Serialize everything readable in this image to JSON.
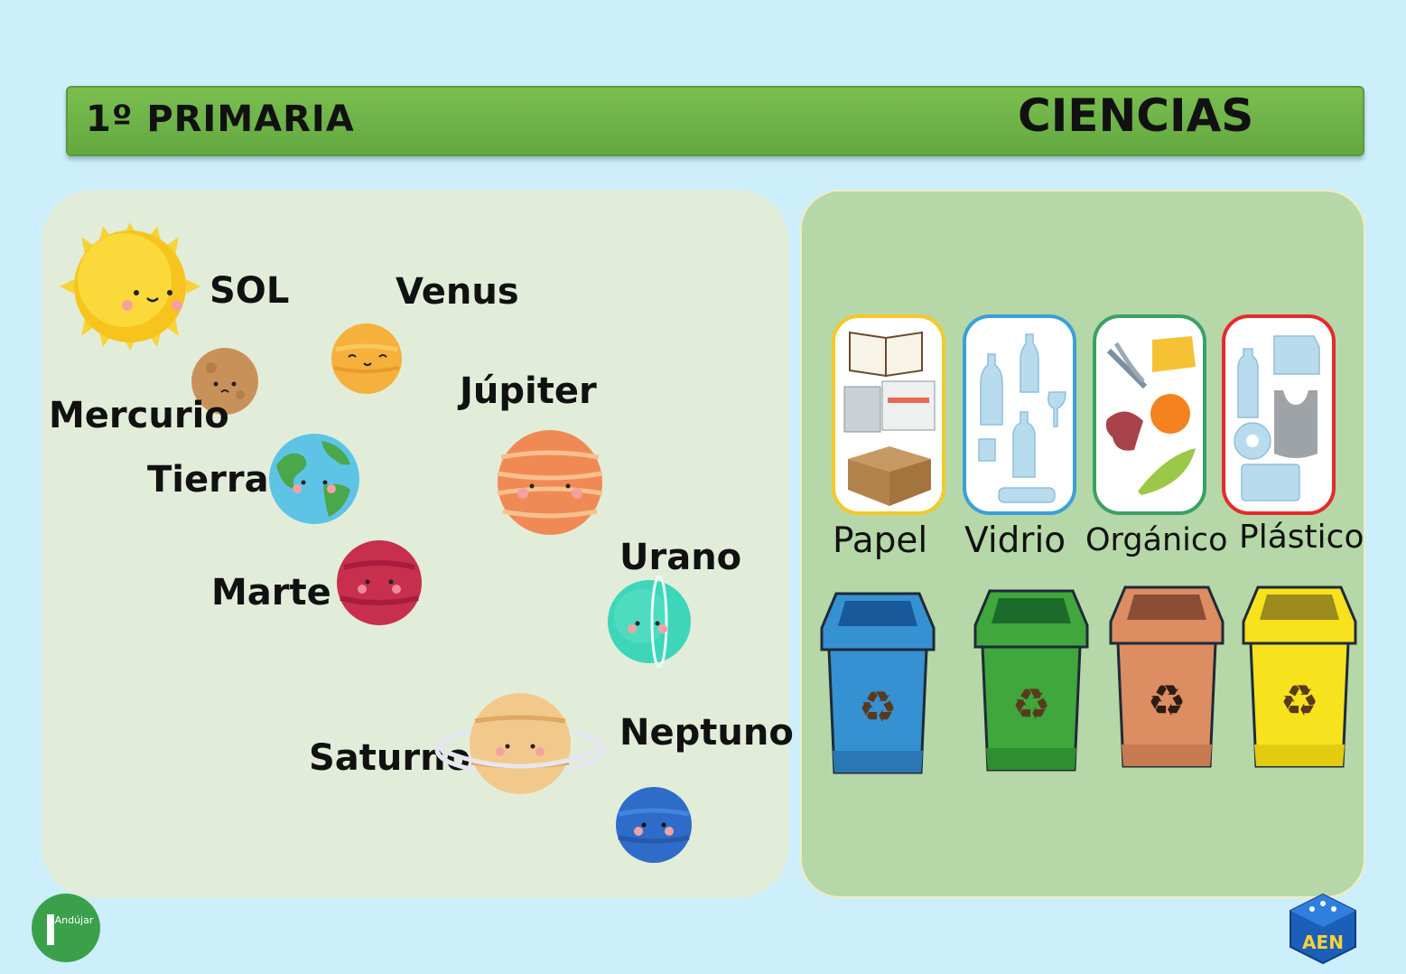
{
  "header": {
    "grade": "1º PRIMARIA",
    "subject": "CIENCIAS"
  },
  "planets": [
    {
      "name": "SOL"
    },
    {
      "name": "Venus"
    },
    {
      "name": "Mercurio"
    },
    {
      "name": "Júpiter"
    },
    {
      "name": "Tierra"
    },
    {
      "name": "Marte"
    },
    {
      "name": "Urano"
    },
    {
      "name": "Saturno"
    },
    {
      "name": "Neptuno"
    }
  ],
  "recycling": {
    "categories": [
      {
        "label": "Papel",
        "border_color": "#f3c92a"
      },
      {
        "label": "Vidrio",
        "border_color": "#3aa0d8"
      },
      {
        "label": "Orgánico",
        "border_color": "#3aa164"
      },
      {
        "label": "Plástico",
        "border_color": "#e32b2b"
      }
    ],
    "bins": [
      {
        "color": "#3691d3",
        "icon": "recycle-icon"
      },
      {
        "color": "#3fa73b",
        "icon": "recycle-icon"
      },
      {
        "color": "#dc8d62",
        "icon": "recycle-icon"
      },
      {
        "color": "#f7e21d",
        "icon": "recycle-icon"
      }
    ]
  },
  "logos": {
    "left": "Andújar",
    "right": "AEN"
  }
}
